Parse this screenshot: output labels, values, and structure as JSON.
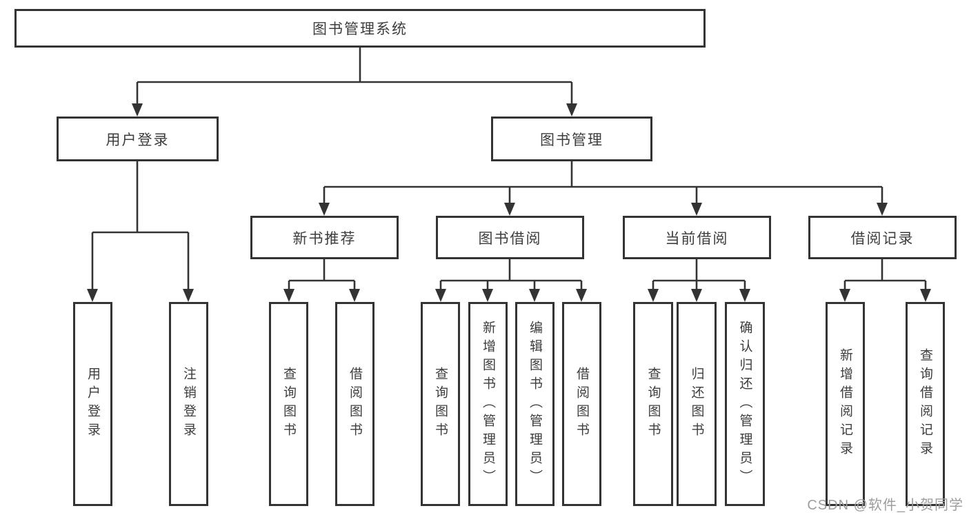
{
  "diagram": {
    "root": {
      "label": "图书管理系统"
    },
    "branches": [
      {
        "label": "用户登录",
        "children": [
          {
            "label": "用户登录"
          },
          {
            "label": "注销登录"
          }
        ]
      },
      {
        "label": "图书管理",
        "children": [
          {
            "label": "新书推荐",
            "children": [
              {
                "label": "查询图书"
              },
              {
                "label": "借阅图书"
              }
            ]
          },
          {
            "label": "图书借阅",
            "children": [
              {
                "label": "查询图书"
              },
              {
                "label": "新增图书（管理员）"
              },
              {
                "label": "编辑图书（管理员）"
              },
              {
                "label": "借阅图书"
              }
            ]
          },
          {
            "label": "当前借阅",
            "children": [
              {
                "label": "查询图书"
              },
              {
                "label": "归还图书"
              },
              {
                "label": "确认归还（管理员）"
              }
            ]
          },
          {
            "label": "借阅记录",
            "children": [
              {
                "label": "新增借阅记录"
              },
              {
                "label": "查询借阅记录"
              }
            ]
          }
        ]
      }
    ]
  },
  "watermark": {
    "text": "CSDN @软件_小贺同学"
  },
  "colors": {
    "line": "#333333",
    "box_border": "#333333",
    "text": "#3d3d3d",
    "watermark": "#9d9d9d",
    "background": "#ffffff"
  }
}
